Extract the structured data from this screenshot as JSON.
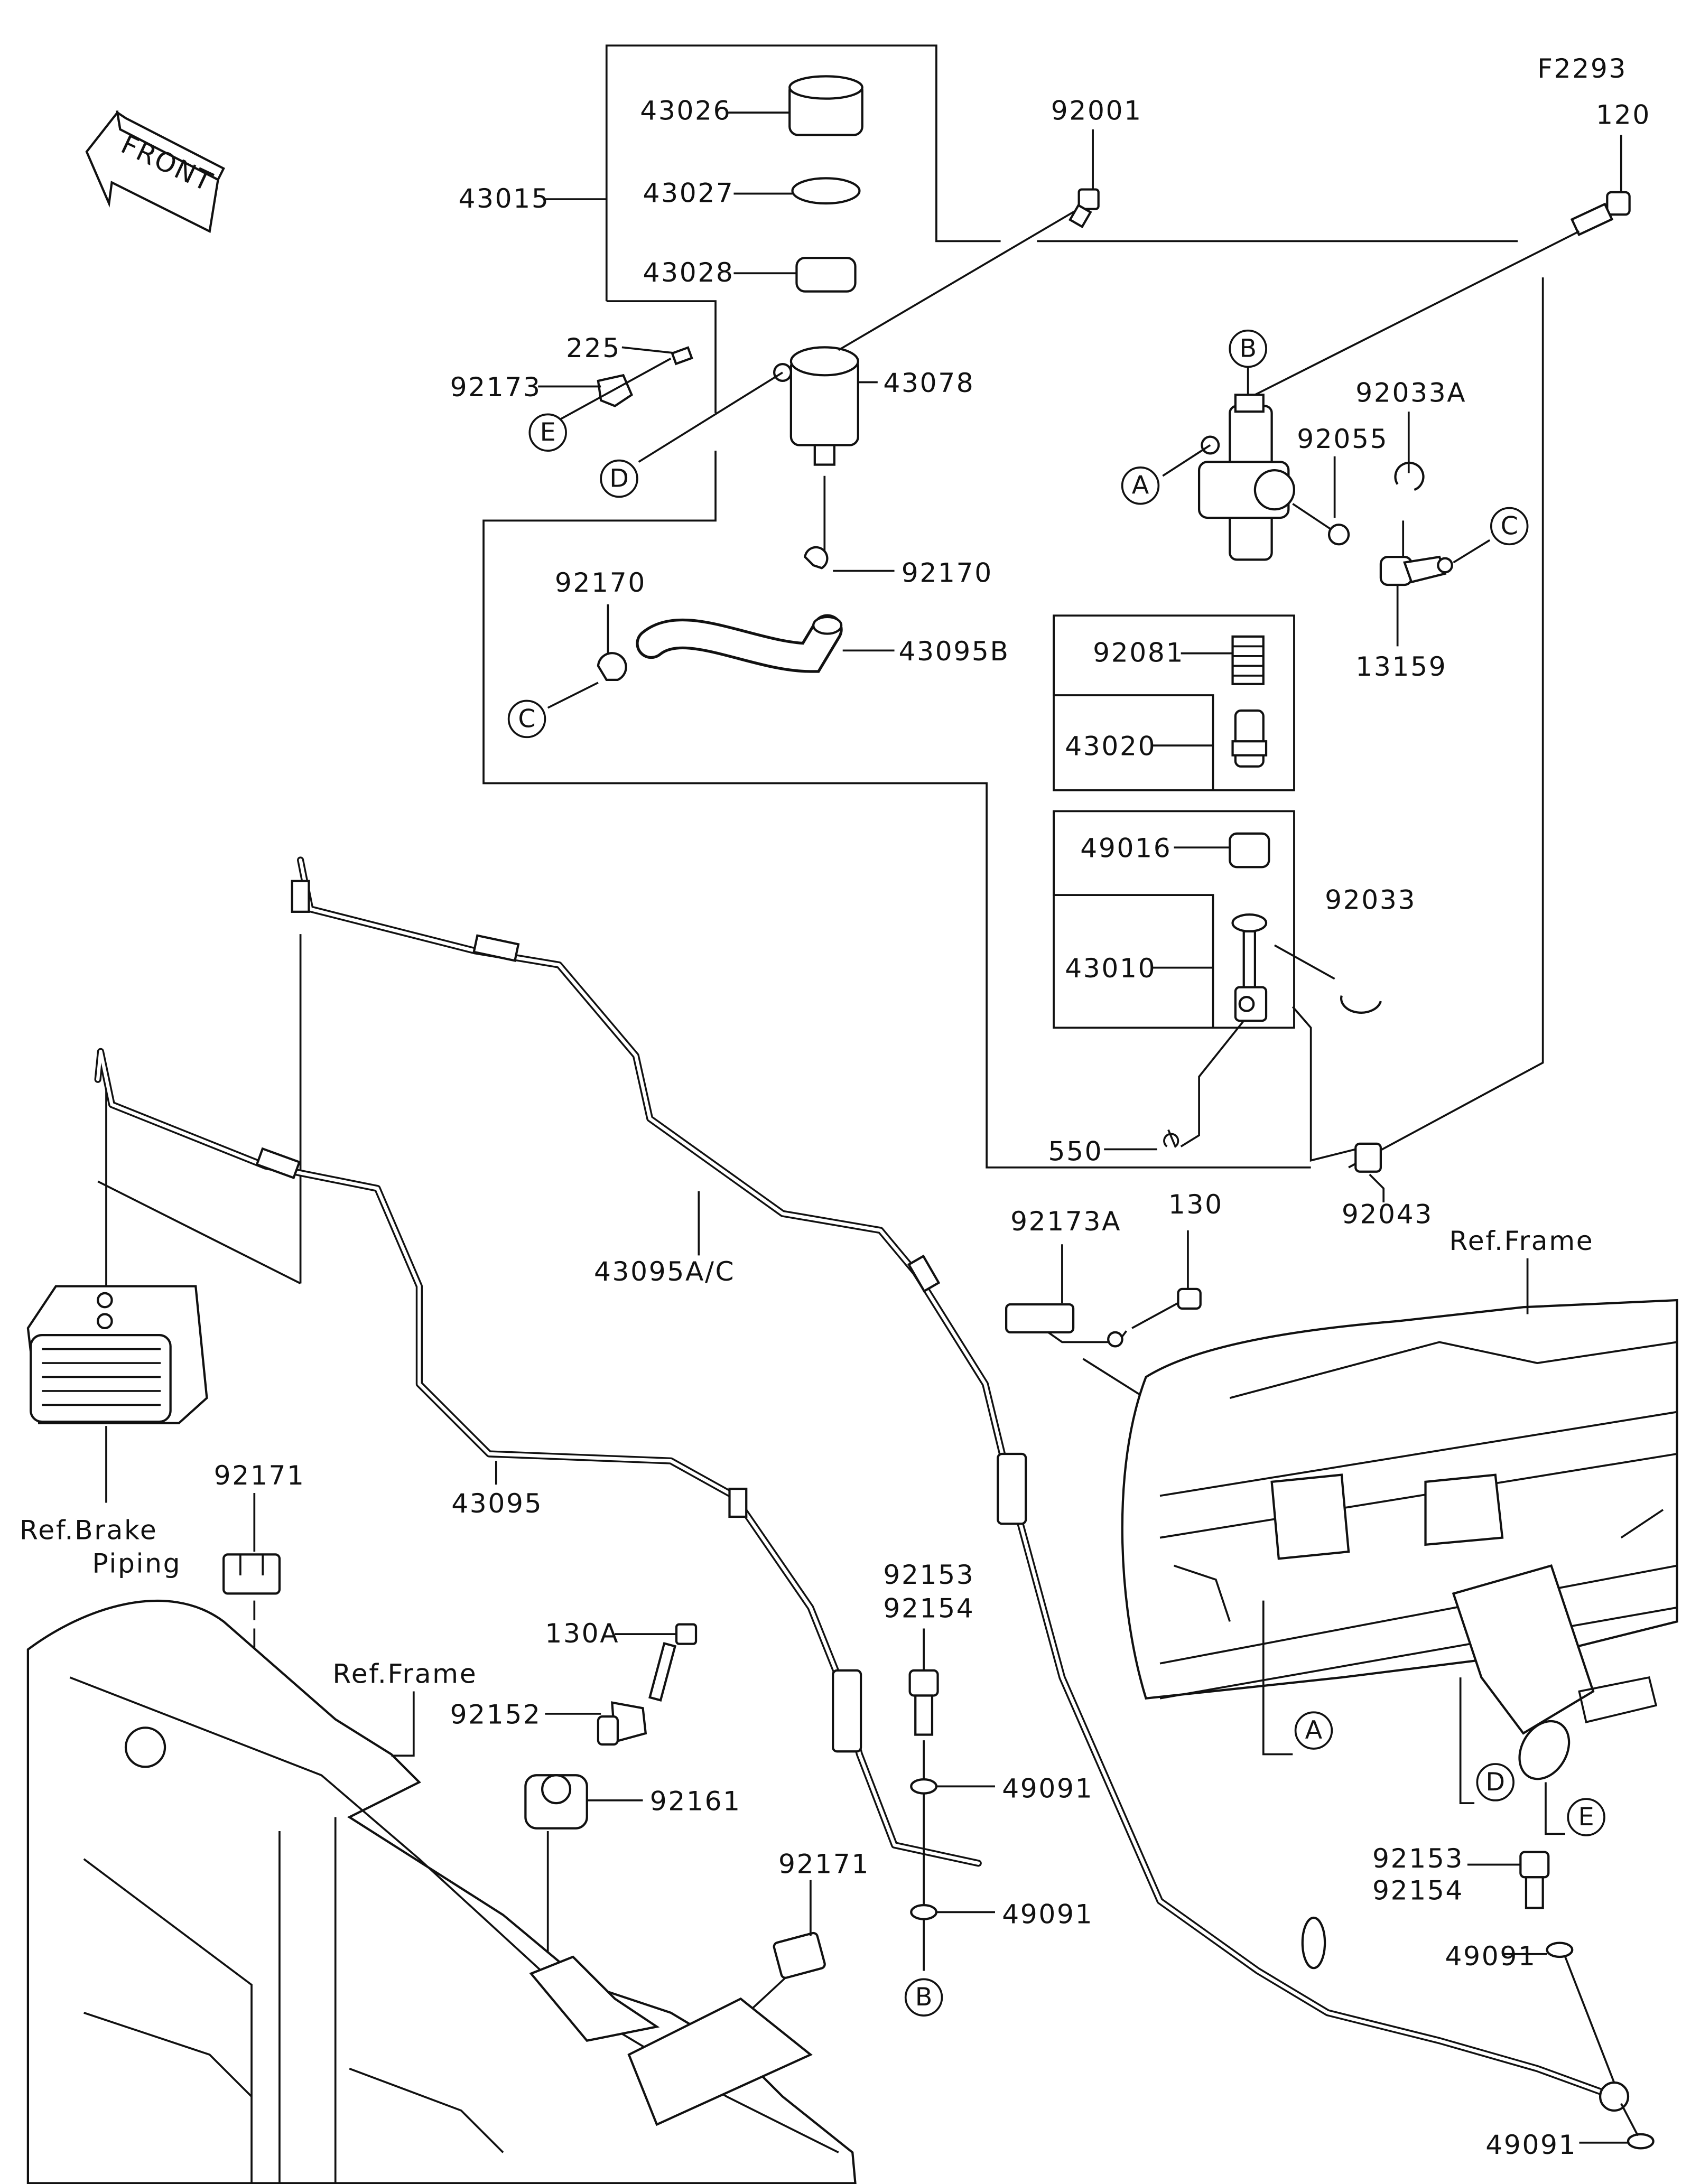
{
  "diagram_code": "F2293",
  "front_arrow_label": "FRONT",
  "parts": {
    "p120": "120",
    "p92001": "92001",
    "p43026": "43026",
    "p43015": "43015",
    "p43027": "43027",
    "p43028": "43028",
    "p225": "225",
    "p92173": "92173",
    "p43078": "43078",
    "p92033A": "92033A",
    "p92055": "92055",
    "p92170a": "92170",
    "p92170b": "92170",
    "p43095B": "43095B",
    "p13159": "13159",
    "p92081": "92081",
    "p43020": "43020",
    "p49016": "49016",
    "p92033": "92033",
    "p43010": "43010",
    "p550": "550",
    "p130": "130",
    "p92043": "92043",
    "p92173A": "92173A",
    "p43095AC": "43095A/C",
    "p43095": "43095",
    "p92171a": "92171",
    "p92153a": "92153",
    "p92154a": "92154",
    "p130A": "130A",
    "p92152": "92152",
    "p92161": "92161",
    "p49091a": "49091",
    "p49091b": "49091",
    "p92171b": "92171",
    "p92153b": "92153",
    "p92154b": "92154",
    "p49091c": "49091",
    "p49091d": "49091"
  },
  "references": {
    "frame_right": "Ref.Frame",
    "frame_left": "Ref.Frame",
    "brake_line1": "Ref.Brake",
    "brake_line2": "Piping"
  },
  "connectors": {
    "A": "A",
    "B": "B",
    "C": "C",
    "D": "D",
    "E": "E"
  }
}
